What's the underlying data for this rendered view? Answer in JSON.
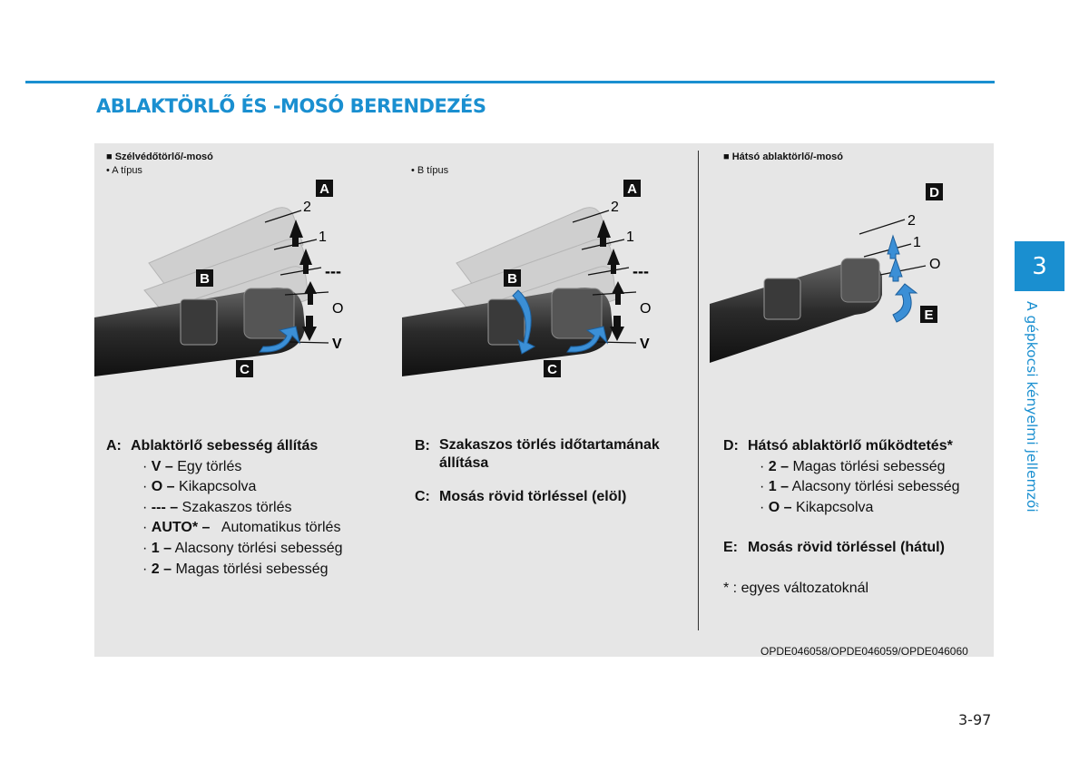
{
  "header": {
    "title": "ABLAKTÖRLŐ ÉS -MOSÓ BERENDEZÉS"
  },
  "sections": {
    "front": {
      "label": "■ Szélvédőtörlő/-mosó",
      "type_a": "• A típus",
      "type_b": "• B típus"
    },
    "rear": {
      "label": "■ Hátsó ablaktörlő/-mosó"
    }
  },
  "figure_marks": {
    "A": "A",
    "B": "B",
    "C": "C",
    "D": "D",
    "E": "E",
    "pos2": "2",
    "pos1": "1",
    "posInt": "---",
    "posO": "O",
    "posV": "V"
  },
  "descriptions": {
    "A": {
      "key": "A:",
      "title": "Ablaktörlő sebesség állítás",
      "items": [
        {
          "bold": "V –",
          "text": " Egy törlés"
        },
        {
          "bold": "O –",
          "text": " Kikapcsolva"
        },
        {
          "bold": "--- –",
          "text": " Szakaszos törlés"
        },
        {
          "bold": "AUTO* –",
          "text": "   Automatikus törlés"
        },
        {
          "bold": "1 –",
          "text": " Alacsony törlési sebesség"
        },
        {
          "bold": "2 –",
          "text": " Magas törlési sebesség"
        }
      ]
    },
    "B": {
      "key": "B:",
      "title": "Szakaszos törlés időtartamának állítása"
    },
    "C": {
      "key": "C:",
      "title": "Mosás rövid törléssel (elöl)"
    },
    "D": {
      "key": "D:",
      "title": "Hátsó ablaktörlő működtetés*",
      "items": [
        {
          "bold": "2 –",
          "text": " Magas törlési sebesség"
        },
        {
          "bold": "1 –",
          "text": " Alacsony törlési sebesség"
        },
        {
          "bold": "O –",
          "text": " Kikapcsolva"
        }
      ]
    },
    "E": {
      "key": "E:",
      "title": "Mosás rövid törléssel (hátul)"
    },
    "note": "* : egyes változatoknál"
  },
  "figure_code": "OPDE046058/OPDE046059/OPDE046060",
  "chapter": {
    "number": "3",
    "title": "A gépkocsi kényelmi jellemzői"
  },
  "page_number": "3-97",
  "colors": {
    "accent": "#1a8fd0",
    "panel": "#e6e6e6",
    "arrow_blue": "#3b8fd6"
  }
}
